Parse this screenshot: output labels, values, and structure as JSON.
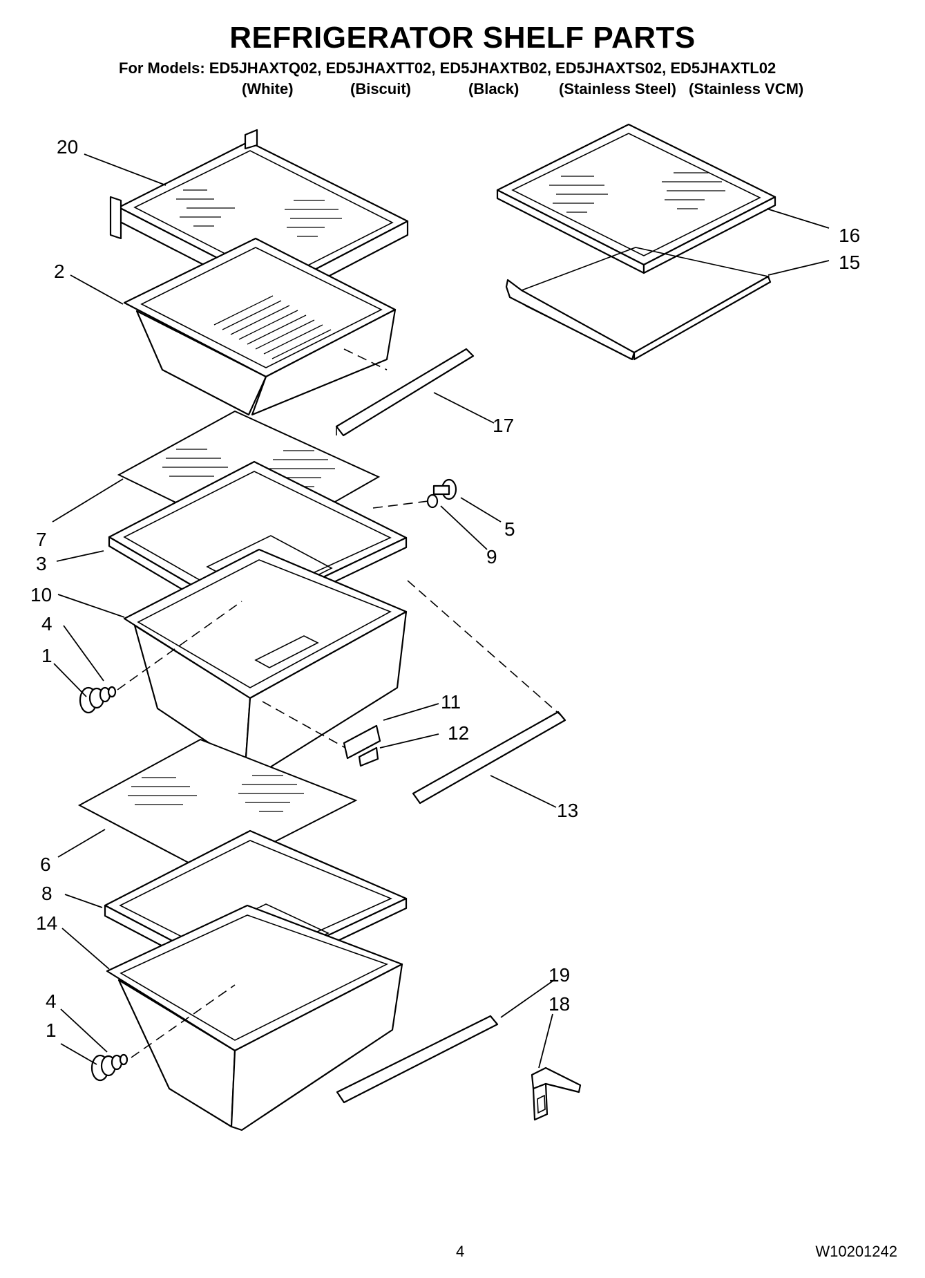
{
  "header": {
    "title": "REFRIGERATOR SHELF PARTS",
    "models": "For Models: ED5JHAXTQ02, ED5JHAXTT02, ED5JHAXTB02, ED5JHAXTS02, ED5JHAXTL02",
    "variants": [
      "(White)",
      "(Biscuit)",
      "(Black)",
      "(Stainless Steel)",
      "(Stainless VCM)"
    ]
  },
  "callouts": {
    "c20": "20",
    "c2": "2",
    "c16": "16",
    "c15": "15",
    "c17": "17",
    "c7": "7",
    "c5": "5",
    "c9": "9",
    "c3": "3",
    "c10": "10",
    "c4a": "4",
    "c1a": "1",
    "c11": "11",
    "c12": "12",
    "c13": "13",
    "c6": "6",
    "c8": "8",
    "c14": "14",
    "c19": "19",
    "c18": "18",
    "c4b": "4",
    "c1b": "1"
  },
  "footer": {
    "page": "4",
    "doc_number": "W10201242"
  }
}
